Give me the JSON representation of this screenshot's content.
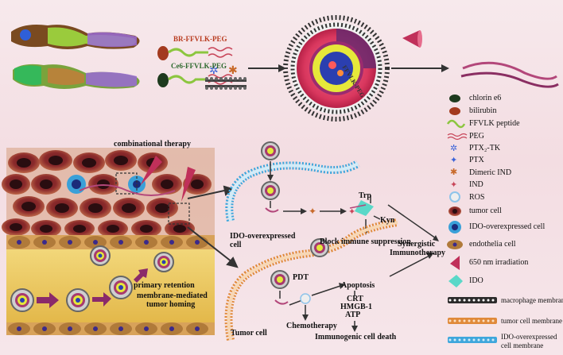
{
  "top": {
    "br_label": "BR-FFVLK-PEG",
    "ce6_label": "Ce6-FFVLK-PEG",
    "np_core_label": "FFVLK-PEG"
  },
  "middle": {
    "combo_therapy": "combinational therapy",
    "trp": "Trp",
    "kyn": "Kyn",
    "block": "Block immune suppression",
    "synergistic_1": "Synergistic",
    "synergistic_2": "Immunotherapy",
    "ido_cell_1": "IDO-overexpressed",
    "ido_cell_2": "cell",
    "pdt": "PDT",
    "apoptosis": "Apoptosis",
    "crt": "CRT",
    "hmgb": "HMGB-1",
    "atp": "ATP",
    "chemo": "Chemotherapy",
    "icd": "Immunogenic cell death",
    "tumor_cell": "Tumor cell",
    "primary": "primary retention",
    "homing_1": "membrane-mediated",
    "homing_2": "tumor homing"
  },
  "legend": [
    {
      "key": "ce6",
      "label": "chlorin e6"
    },
    {
      "key": "br",
      "label": "bilirubin"
    },
    {
      "key": "ffvlk",
      "label": "FFVLK peptide"
    },
    {
      "key": "peg",
      "label": "PEG"
    },
    {
      "key": "ptx2tk",
      "label": "PTX₂-TK"
    },
    {
      "key": "ptx",
      "label": "PTX"
    },
    {
      "key": "dimeric",
      "label": "Dimeric IND"
    },
    {
      "key": "ind",
      "label": "IND"
    },
    {
      "key": "ros",
      "label": "ROS"
    },
    {
      "key": "tumor",
      "label": "tumor cell"
    },
    {
      "key": "idocell",
      "label": "IDO-overexpressed cell"
    },
    {
      "key": "endo",
      "label": "endothelia cell"
    },
    {
      "key": "laser",
      "label": "650 nm irradiation"
    },
    {
      "key": "ido",
      "label": "IDO"
    },
    {
      "key": "macro",
      "label": "macrophage membrane"
    },
    {
      "key": "tumormem",
      "label": "tumor cell membrane"
    },
    {
      "key": "idomem_1",
      "label": "IDO-overexpressed"
    },
    {
      "key": "idomem_2",
      "label": "cell membrane"
    }
  ]
}
